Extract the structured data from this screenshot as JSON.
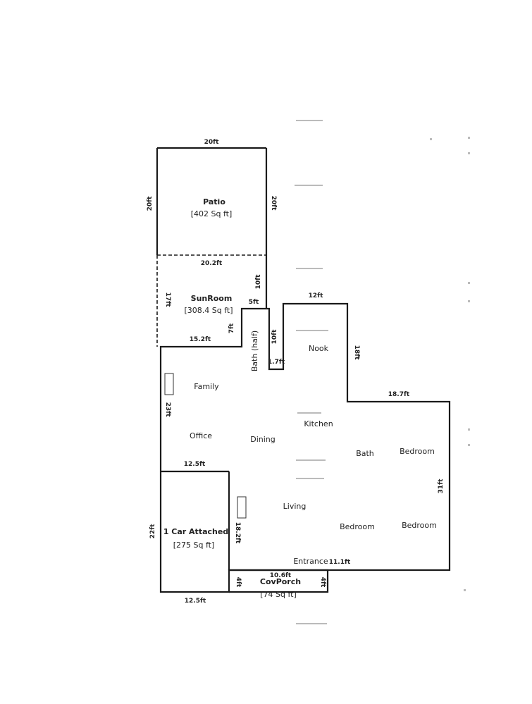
{
  "rooms": {
    "patio": {
      "name": "Patio",
      "area": "[402 Sq ft]"
    },
    "sunroom": {
      "name": "SunRoom",
      "area": "[308.4 Sq ft]"
    },
    "garage": {
      "name": "1 Car Attached",
      "area": "[275 Sq ft]"
    },
    "porch": {
      "name": "CovPorch",
      "area": "[74 Sq ft]"
    },
    "bath_half": "Bath (half)",
    "nook": "Nook",
    "family": "Family",
    "office": "Office",
    "dining": "Dining",
    "kitchen": "Kitchen",
    "bath": "Bath",
    "bedroom1": "Bedroom",
    "bedroom2": "Bedroom",
    "bedroom3": "Bedroom",
    "living": "Living",
    "entrance": "Entrance"
  },
  "dimensions": {
    "patio_top": "20ft",
    "patio_left": "20ft",
    "patio_right": "20ft",
    "sunroom_top": "20.2ft",
    "sunroom_left": "17ft",
    "sunroom_right": "10ft",
    "sunroom_bottom": "15.2ft",
    "bath_top": "5ft",
    "bath_left": "7ft",
    "bath_right": "10ft",
    "bath_bottom": "1.7ft",
    "nook_top": "12ft",
    "nook_right": "18ft",
    "east_top": "18.7ft",
    "east_right": "31ft",
    "family_left": "23ft",
    "office_bottom": "12.5ft",
    "garage_left": "22ft",
    "garage_right": "18.2ft",
    "garage_bottom": "12.5ft",
    "south": "11.1ft",
    "porch_left": "4ft",
    "porch_right": "4ft",
    "porch_top": "10.6ft"
  }
}
